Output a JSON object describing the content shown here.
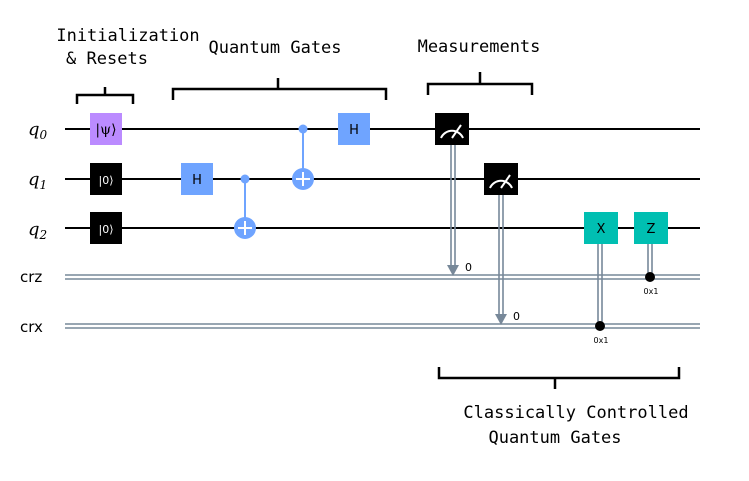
{
  "annotations": {
    "init_line1": "Initialization",
    "init_line2": "& Resets",
    "quantum_gates": "Quantum Gates",
    "measurements": "Measurements",
    "classical_line1": "Classically Controlled",
    "classical_line2": "Quantum Gates"
  },
  "wires": {
    "q0": "q",
    "q0_sub": "0",
    "q1": "q",
    "q1_sub": "1",
    "q2": "q",
    "q2_sub": "2",
    "crz": "crz",
    "crx": "crx"
  },
  "gates": {
    "init_psi": "|ψ⟩",
    "reset_q1": "|0⟩",
    "reset_q2": "|0⟩",
    "h_q1": "H",
    "h_q0": "H",
    "x_gate": "X",
    "z_gate": "Z"
  },
  "measure": {
    "crz_bit": "0",
    "crx_bit": "0"
  },
  "conditions": {
    "z_cond": "0x1",
    "x_cond": "0x1"
  },
  "colors": {
    "wire": "#000000",
    "classical_wire": "#778899",
    "init_gate": "#bb8bff",
    "reset_gate": "#000000",
    "h_gate": "#6fa4ff",
    "cnot": "#6fa4ff",
    "conditional_gate": "#00bfb2",
    "measure_gate": "#000000"
  }
}
